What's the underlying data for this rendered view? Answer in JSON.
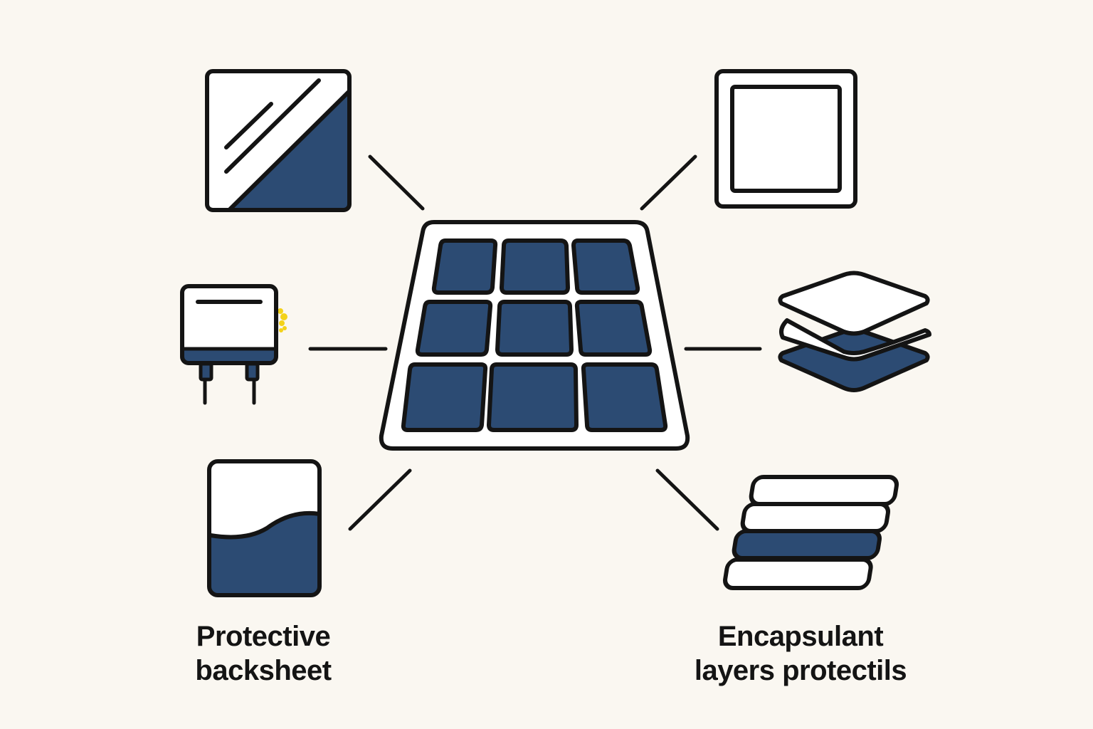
{
  "labels": {
    "backsheet": {
      "line1": "Protective",
      "line2": "backsheet"
    },
    "encapsulant": {
      "line1": "Encapsulant",
      "line2": "layers protectils"
    }
  },
  "icons": {
    "center": "solar-panel-icon",
    "top_left": "glass-cover-icon",
    "top_right": "aluminum-frame-icon",
    "middle_left": "junction-box-icon",
    "middle_right": "stacked-layers-icon",
    "bottom_left": "backsheet-icon",
    "bottom_right": "encapsulant-strips-icon"
  },
  "colors": {
    "background": "#faf7f1",
    "stroke": "#141414",
    "fill_dark": "#2c4b73",
    "fill_light": "#ffffff",
    "accent": "#f3d21a"
  }
}
